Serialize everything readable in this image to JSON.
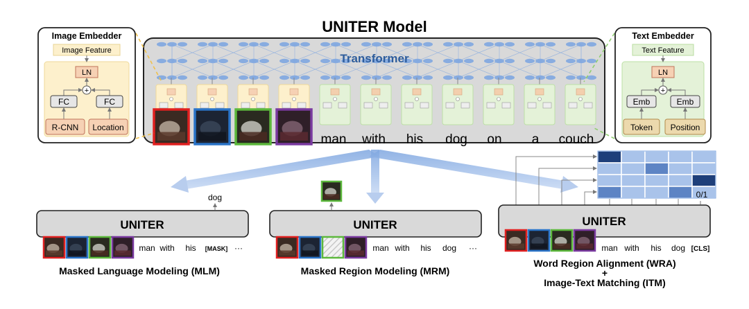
{
  "main": {
    "title": "UNITER Model",
    "transformer_label": "Transformer",
    "tokens": [
      "man",
      "with",
      "his",
      "dog",
      "on",
      "a",
      "couch"
    ]
  },
  "image_embedder": {
    "title": "Image Embedder",
    "feature": "Image Feature",
    "ln": "LN",
    "fc_left": "FC",
    "fc_right": "FC",
    "input_left": "R-CNN",
    "input_right": "Location"
  },
  "text_embedder": {
    "title": "Text Embedder",
    "feature": "Text Feature",
    "ln": "LN",
    "emb_left": "Emb",
    "emb_right": "Emb",
    "input_left": "Token",
    "input_right": "Position"
  },
  "tasks": {
    "mlm": {
      "model": "UNITER",
      "output": "dog",
      "tokens": [
        "man",
        "with",
        "his",
        "[MASK]",
        "···"
      ],
      "caption": "Masked Language Modeling (MLM)"
    },
    "mrm": {
      "model": "UNITER",
      "tokens": [
        "man",
        "with",
        "his",
        "dog",
        "···"
      ],
      "caption": "Masked Region Modeling (MRM)"
    },
    "wra": {
      "model": "UNITER",
      "output": "0/1",
      "tokens": [
        "man",
        "with",
        "his",
        "dog",
        "[CLS]"
      ],
      "caption_line1": "Word Region Alignment (WRA)",
      "plus": "+",
      "caption_line2": "Image-Text Matching (ITM)"
    }
  },
  "colors": {
    "region_borders": [
      "#e02020",
      "#2a74c8",
      "#5cb83c",
      "#7a3aa0"
    ],
    "image_panel": "#fdf0cc",
    "text_panel": "#e4f2d8",
    "transformer_node": "#7ea6e0",
    "model_box": "#d9d9d9"
  }
}
